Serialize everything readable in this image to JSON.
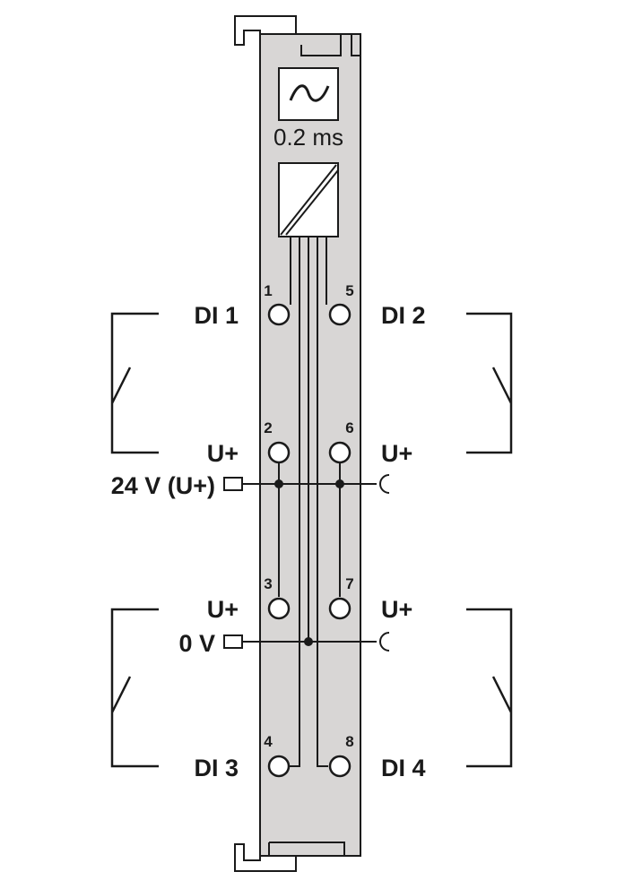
{
  "filter": {
    "label": "0.2 ms",
    "icon": "tilde-filter-icon"
  },
  "converter": {
    "icon": "signal-converter-icon"
  },
  "terminals": [
    {
      "number": "1",
      "name": "DI 1"
    },
    {
      "number": "5",
      "name": "DI 2"
    },
    {
      "number": "2",
      "name": "U+"
    },
    {
      "number": "6",
      "name": "U+"
    },
    {
      "number": "3",
      "name": "U+"
    },
    {
      "number": "7",
      "name": "U+"
    },
    {
      "number": "4",
      "name": "DI 3"
    },
    {
      "number": "8",
      "name": "DI 4"
    }
  ],
  "supply": {
    "positive_label": "24 V (U+)",
    "ground_label": "0 V"
  },
  "colors": {
    "module_fill": "#d8d6d5",
    "line": "#1a1a1a",
    "terminal_fill": "#ffffff"
  }
}
